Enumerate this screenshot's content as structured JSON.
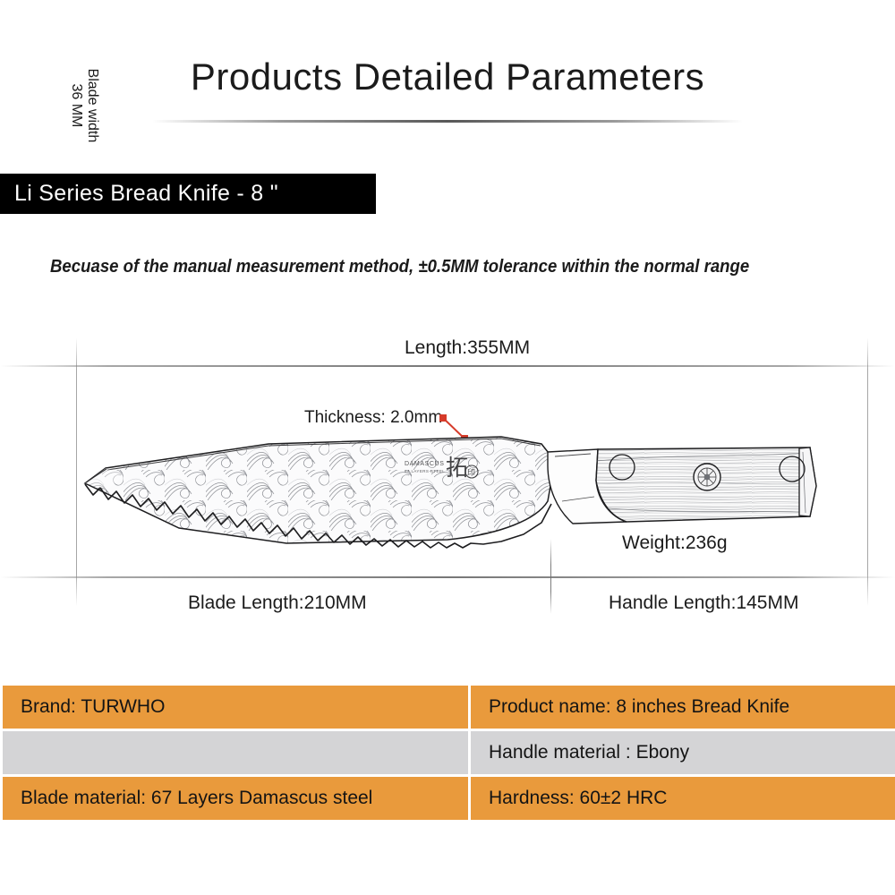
{
  "header": {
    "title": "Products Detailed Parameters"
  },
  "banner": {
    "label": "Li Series Bread Knife - 8 \""
  },
  "note": {
    "tolerance": "Becuase of the manual measurement method, ±0.5MM tolerance within the normal range"
  },
  "diagram": {
    "length_label": "Length:355MM",
    "thickness_label": "Thickness: 2.0mm",
    "blade_width_label": "Blade width\n36 MM",
    "blade_length_label": "Blade Length:210MM",
    "handle_length_label": "Handle Length:145MM",
    "weight_label": "Weight:236g",
    "arrow_color": "#d63b2a"
  },
  "spec_table": {
    "rows": [
      {
        "style": "orange",
        "left": "Brand: TURWHO",
        "right": "Product name: 8 inches Bread Knife"
      },
      {
        "style": "gray",
        "left": "",
        "right": "Handle material : Ebony"
      },
      {
        "style": "orange",
        "left": "Blade material: 67 Layers Damascus steel",
        "right": "Hardness:  60±2 HRC"
      }
    ],
    "colors": {
      "orange": "#e99a3c",
      "gray": "#d4d4d6",
      "background": "#ffffff"
    }
  }
}
